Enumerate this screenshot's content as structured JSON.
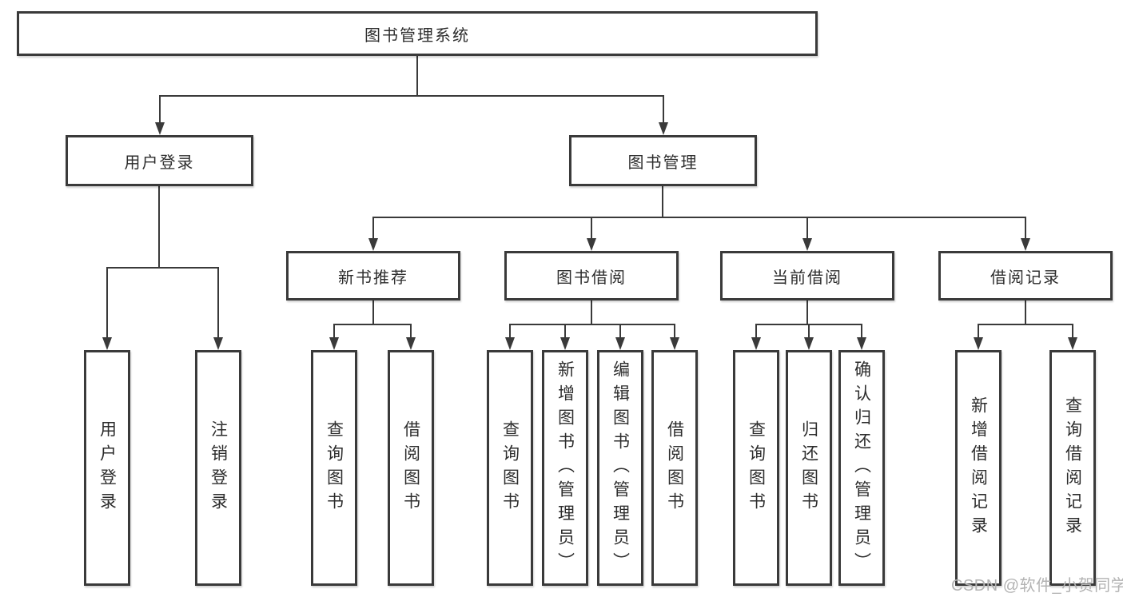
{
  "tree": {
    "root": {
      "label": "图书管理系统"
    },
    "children": [
      {
        "label": "用户登录",
        "children": [
          {
            "label": "用户登录"
          },
          {
            "label": "注销登录"
          }
        ]
      },
      {
        "label": "图书管理",
        "children": [
          {
            "label": "新书推荐",
            "children": [
              {
                "label": "查询图书"
              },
              {
                "label": "借阅图书"
              }
            ]
          },
          {
            "label": "图书借阅",
            "children": [
              {
                "label": "查询图书"
              },
              {
                "label": "新增图书（管理员）"
              },
              {
                "label": "编辑图书（管理员）"
              },
              {
                "label": "借阅图书"
              }
            ]
          },
          {
            "label": "当前借阅",
            "children": [
              {
                "label": "查询图书"
              },
              {
                "label": "归还图书"
              },
              {
                "label": "确认归还（管理员）"
              }
            ]
          },
          {
            "label": "借阅记录",
            "children": [
              {
                "label": "新增借阅记录"
              },
              {
                "label": "查询借阅记录"
              }
            ]
          }
        ]
      }
    ]
  },
  "watermark": {
    "text": "CSDN @软件_小贺同学"
  },
  "colors": {
    "line": "#3a3a3a",
    "text": "#2d2d2d",
    "watermark": "#b3b3b3",
    "background": "#ffffff"
  }
}
